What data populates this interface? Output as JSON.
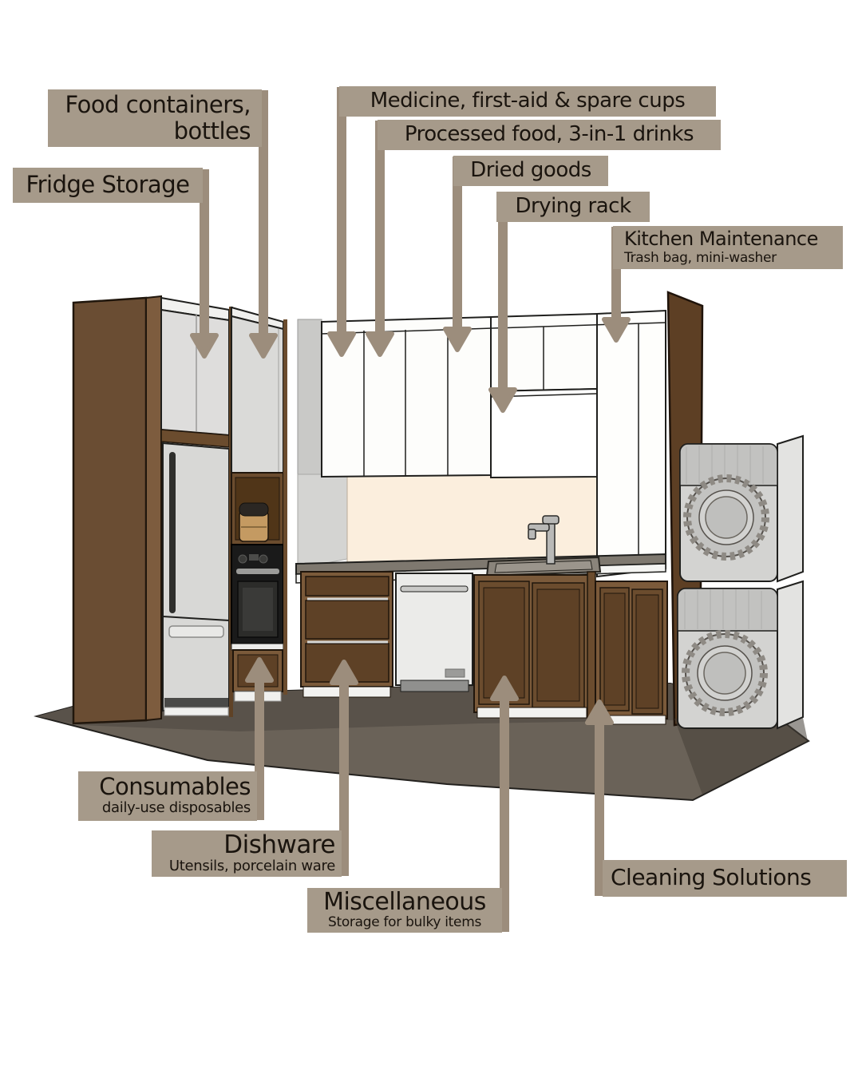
{
  "page": {
    "title": "Kitchen storage organization diagram"
  },
  "palette": {
    "label_bg": "#a69a8a",
    "label_text": "#1a140e",
    "arrow": "#9c8d7c",
    "wood_side": "#6a4d33",
    "wood_door_panel": "#5e4126",
    "wood_frame": "#7b5a3a",
    "backsplash": "#fbeedd",
    "countertop": "#7e786f",
    "rug": "#6a6258",
    "appliance_gray": "#d3d3d1",
    "oven_black": "#1a1a1a"
  },
  "labels": {
    "food_containers": {
      "line1": "Food containers,",
      "line2": "bottles"
    },
    "fridge_storage": {
      "title": "Fridge Storage"
    },
    "medicine": {
      "title": "Medicine, first-aid & spare cups"
    },
    "processed_food": {
      "title": "Processed food, 3-in-1 drinks"
    },
    "dried_goods": {
      "title": "Dried goods"
    },
    "drying_rack": {
      "title": "Drying rack"
    },
    "kitchen_maintenance": {
      "title": "Kitchen Maintenance",
      "subtitle": "Trash bag, mini-washer"
    },
    "consumables": {
      "title": "Consumables",
      "subtitle": "daily-use disposables"
    },
    "dishware": {
      "title": "Dishware",
      "subtitle": "Utensils, porcelain ware"
    },
    "miscellaneous": {
      "title": "Miscellaneous",
      "subtitle": "Storage for bulky items"
    },
    "cleaning_solutions": {
      "title": "Cleaning Solutions"
    }
  }
}
